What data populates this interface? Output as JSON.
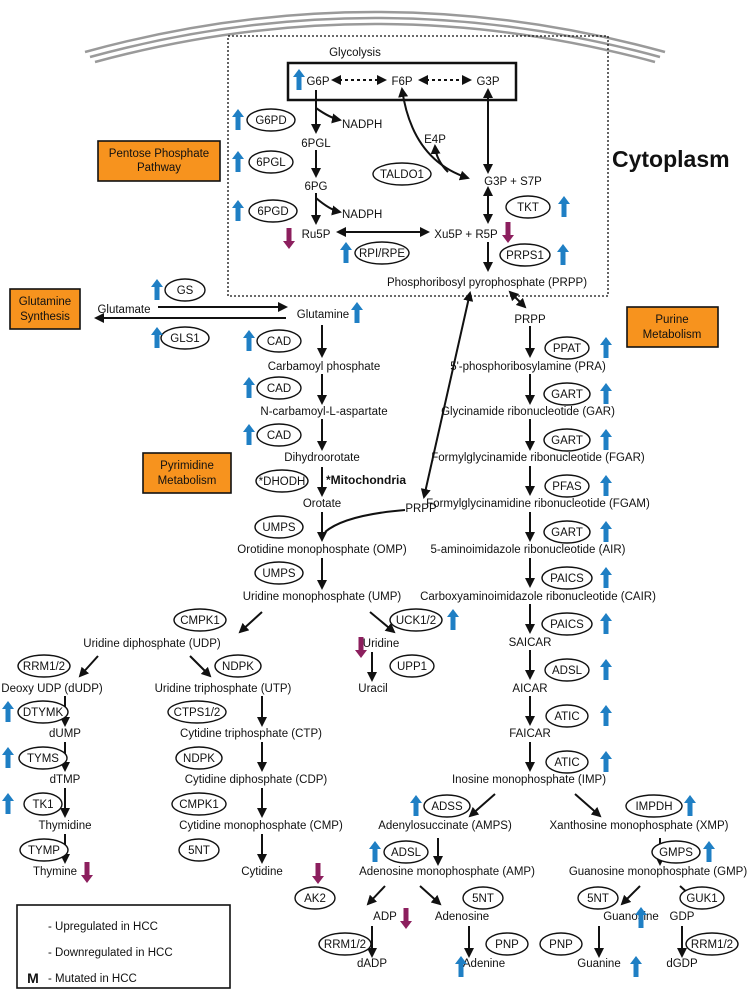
{
  "compartment_labels": {
    "cytoplasm": "Cytoplasm",
    "mitochondria": "*Mitochondria"
  },
  "colors": {
    "up": "#1f7fc4",
    "down": "#8c1f5e",
    "mutated": "#8b5a2b",
    "section": "#f7931e"
  },
  "sections": [
    {
      "id": "ppp",
      "lines": [
        "Pentose Phosphate",
        "Pathway"
      ]
    },
    {
      "id": "glutamine",
      "lines": [
        "Glutamine",
        "Synthesis"
      ]
    },
    {
      "id": "purine",
      "lines": [
        "Purine",
        "Metabolism"
      ]
    },
    {
      "id": "pyrimidine",
      "lines": [
        "Pyrimidine",
        "Metabolism"
      ]
    }
  ],
  "metabolites": {
    "glycolysis": "Glycolysis",
    "g6p": "G6P",
    "f6p": "F6P",
    "g3p": "G3P",
    "nadph1": "NADPH",
    "pgl": "6PGL",
    "pg": "6PG",
    "nadph2": "NADPH",
    "e4p": "E4P",
    "g3p_s7p": "G3P + S7P",
    "ru5p": "Ru5P",
    "xu5p_r5p": "Xu5P + R5P",
    "prpp_full": "Phosphoribosyl pyrophosphate (PRPP)",
    "glutamate": "Glutamate",
    "glutamine": "Glutamine",
    "carbamoyl": "Carbamoyl phosphate",
    "ncarb": "N-carbamoyl-L-aspartate",
    "dihydro": "Dihydroorotate",
    "orotate": "Orotate",
    "prpp_pyr": "PRPP",
    "omp": "Orotidine monophosphate (OMP)",
    "ump": "Uridine monophosphate (UMP)",
    "udp": "Uridine diphosphate (UDP)",
    "uridine": "Uridine",
    "uracil": "Uracil",
    "dudp": "Deoxy UDP (dUDP)",
    "utp": "Uridine triphosphate (UTP)",
    "dump": "dUMP",
    "ctp": "Cytidine triphosphate (CTP)",
    "dtmp": "dTMP",
    "cdp": "Cytidine diphosphate (CDP)",
    "thymidine": "Thymidine",
    "cmp": "Cytidine monophosphate (CMP)",
    "thymine": "Thymine",
    "cytidine": "Cytidine",
    "prpp_pur": "PRPP",
    "pra": "5'-phosphoribosylamine (PRA)",
    "gar": "Glycinamide ribonucleotide (GAR)",
    "fgar": "Formylglycinamide ribonucleotide (FGAR)",
    "fgam": "Formylglycinamidine ribonucleotide (FGAM)",
    "air": "5-aminoimidazole ribonucleotide (AIR)",
    "cair": "Carboxyaminoimidazole ribonucleotide (CAIR)",
    "saicar": "SAICAR",
    "aicar": "AICAR",
    "faicar": "FAICAR",
    "imp": "Inosine monophosphate (IMP)",
    "amps": "Adenylosuccinate (AMPS)",
    "xmp": "Xanthosine monophosphate (XMP)",
    "amp": "Adenosine monophosphate (AMP)",
    "gmp": "Guanosine monophosphate (GMP)",
    "adp": "ADP",
    "adenosine": "Adenosine",
    "guanosine": "Guanosine",
    "gdp": "GDP",
    "dadp": "dADP",
    "adenine": "Adenine",
    "guanine": "Guanine",
    "dgdp": "dGDP"
  },
  "enzymes": {
    "g6pd": "G6PD",
    "pgl6": "6PGL",
    "pgd": "6PGD",
    "taldo1": "TALDO1",
    "tkt": "TKT",
    "rpirpe": "RPI/RPE",
    "prps1": "PRPS1",
    "gs": "GS",
    "gls1": "GLS1",
    "cad1": "CAD",
    "cad2": "CAD",
    "cad3": "CAD",
    "dhodh": "*DHODH",
    "umps1": "UMPS",
    "umps2": "UMPS",
    "cmpk1a": "CMPK1",
    "uck": "UCK1/2",
    "upp1": "UPP1",
    "rrm1": "RRM1/2",
    "ndpk1": "NDPK",
    "dtymk": "DTYMK",
    "ctps": "CTPS1/2",
    "tyms": "TYMS",
    "ndpk2": "NDPK",
    "tk1": "TK1",
    "cmpk1b": "CMPK1",
    "tymp": "TYMP",
    "nt5a": "5NT",
    "ppat": "PPAT",
    "gart1": "GART",
    "gart2": "GART",
    "pfas": "PFAS",
    "gart3": "GART",
    "paics1": "PAICS",
    "paics2": "PAICS",
    "adsl1": "ADSL",
    "atic1": "ATIC",
    "atic2": "ATIC",
    "adss": "ADSS",
    "impdh": "IMPDH",
    "adsl2": "ADSL",
    "gmps": "GMPS",
    "ak2": "AK2",
    "nt5b": "5NT",
    "nt5c": "5NT",
    "guk1": "GUK1",
    "rrm2": "RRM1/2",
    "pnp1": "PNP",
    "pnp2": "PNP",
    "rrm3": "RRM1/2"
  },
  "legend": [
    {
      "type": "up",
      "label": "- Upregulated in HCC"
    },
    {
      "type": "down",
      "label": "- Downregulated in HCC"
    },
    {
      "type": "mut",
      "symbol": "M",
      "label": "- Mutated in HCC"
    }
  ]
}
